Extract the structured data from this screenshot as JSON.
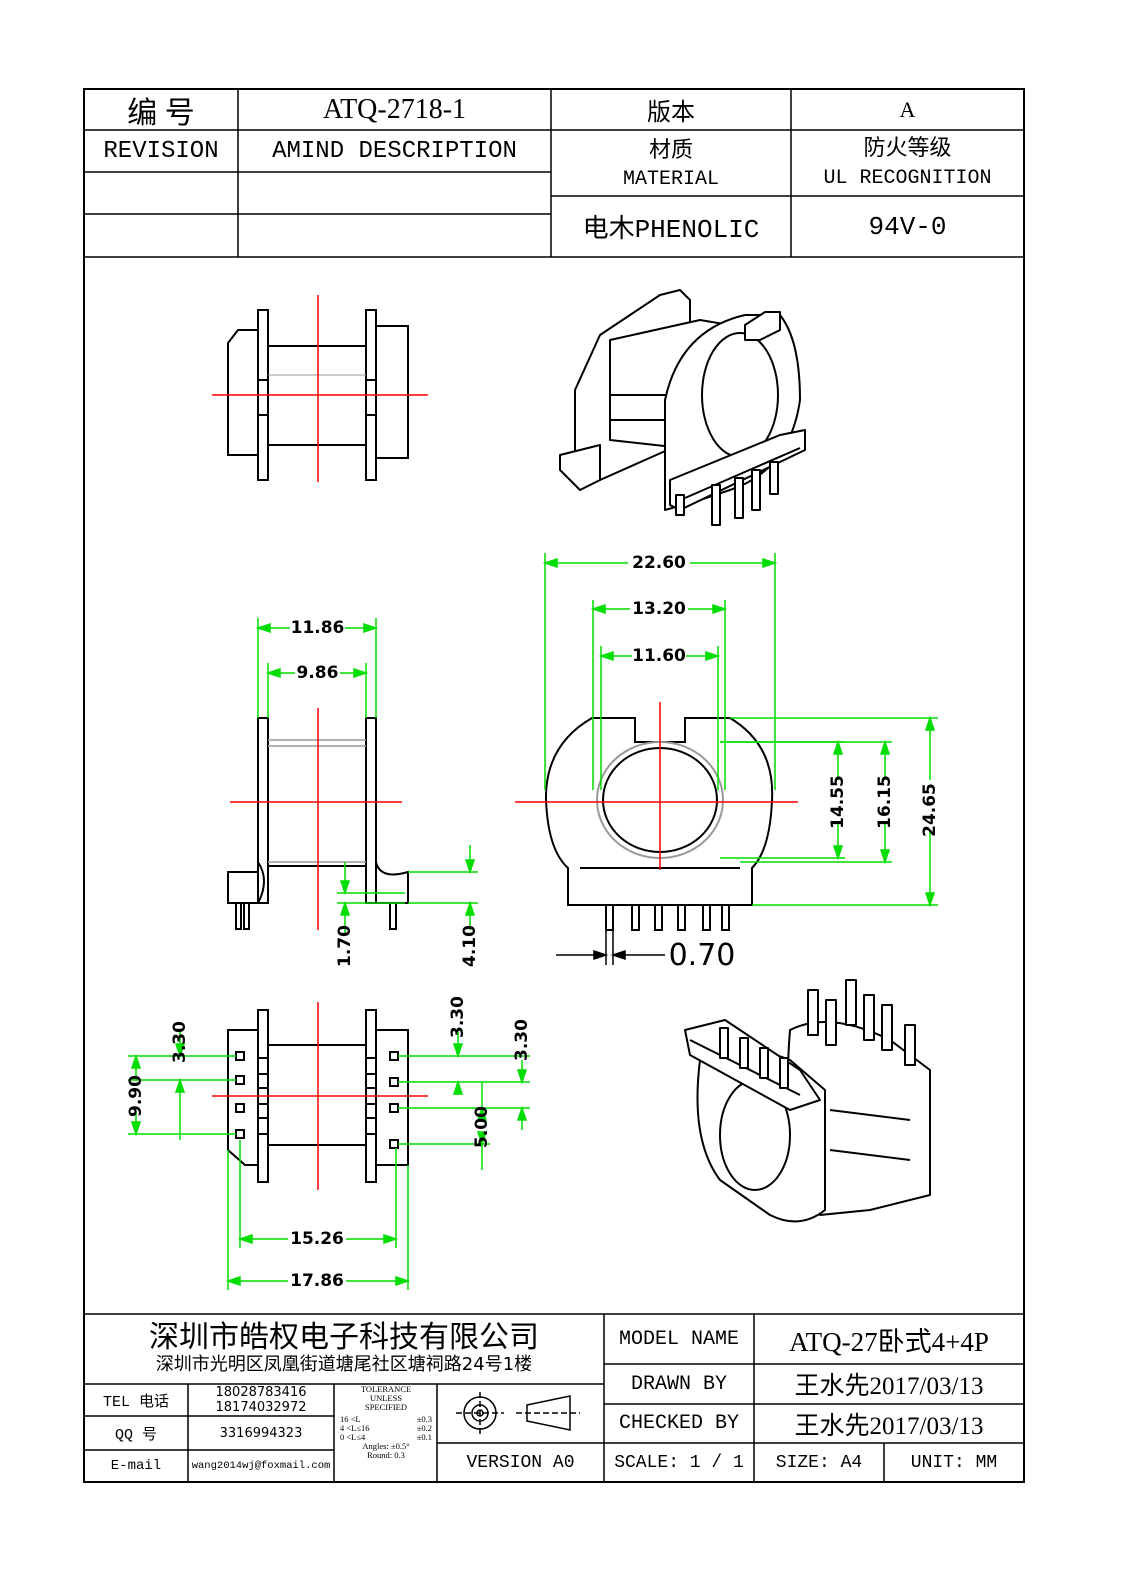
{
  "header": {
    "number_label": "编    号",
    "number_value": "ATQ-2718-1",
    "version_label": "版本",
    "version_value": "A",
    "revision_label": "REVISION",
    "amind_label": "AMIND DESCRIPTION",
    "material_label_cn": "材质",
    "material_label_en": "MATERIAL",
    "ul_label_cn": "防火等级",
    "ul_label_en": "UL RECOGNITION",
    "material_value": "电木PHENOLIC",
    "ul_value": "94V-0"
  },
  "dimensions": {
    "top_view": {
      "outer_width": "22.60",
      "mid_width": "13.20",
      "inner_width": "11.60",
      "h1": "14.55",
      "h2": "16.15",
      "h3": "24.65",
      "pin": "0.70"
    },
    "side_view": {
      "outer": "11.86",
      "inner": "9.86",
      "pin_len": "1.70",
      "base_h": "4.10"
    },
    "bottom_view": {
      "pitch_left": "3.30",
      "span_left": "9.90",
      "pitch_right_a": "3.30",
      "pitch_right_b": "3.30",
      "row_gap": "5.00",
      "inner_span": "15.26",
      "outer_span": "17.86"
    }
  },
  "footer": {
    "company": "深圳市皓权电子科技有限公司",
    "address": "深圳市光明区凤凰街道塘尾社区塘祠路24号1楼",
    "tel_label": "TEL 电话",
    "tel_value_1": "18028783416",
    "tel_value_2": "18174032972",
    "qq_label": "QQ   号",
    "qq_value": "3316994323",
    "email_label": "E-mail",
    "email_value": "wang2014wj@foxmail.com",
    "tolerance": {
      "title_1": "TOLERANCE",
      "title_2": "UNLESS",
      "title_3": "SPECIFIED",
      "r1_range": "16 <L",
      "r1_tol": "±0.3",
      "r2_range": "4 <L≤16",
      "r2_tol": "±0.2",
      "r3_range": "0 <L≤4",
      "r3_tol": "±0.1",
      "angles": "Angles: ±0.5°",
      "round": "Round: 0.3"
    },
    "version": "VERSION A0",
    "model_label": "MODEL NAME",
    "model_value": "ATQ-27卧式4+4P",
    "drawn_label": "DRAWN BY",
    "drawn_value": "王水先2017/03/13",
    "checked_label": "CHECKED BY",
    "checked_value": "王水先2017/03/13",
    "scale": "SCALE: 1 / 1",
    "size": "SIZE: A4",
    "unit": "UNIT: MM"
  },
  "colors": {
    "border": "#000000",
    "dimension": "#00dd00",
    "centerline": "#ff0000",
    "hidden": "#999999"
  }
}
